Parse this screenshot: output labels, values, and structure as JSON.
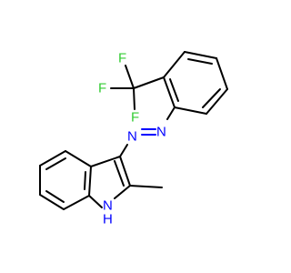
{
  "molecule": {
    "atoms": {
      "F_top": "F",
      "F_left": "F",
      "F_bottom": "F",
      "N_azo_upper": "N",
      "N_azo_lower": "N",
      "NH_ring": "N",
      "NH_hydrogen": "H"
    },
    "colors": {
      "carbon_bond": "#000000",
      "nitrogen": "#0000ff",
      "fluorine": "#33cc33"
    }
  }
}
